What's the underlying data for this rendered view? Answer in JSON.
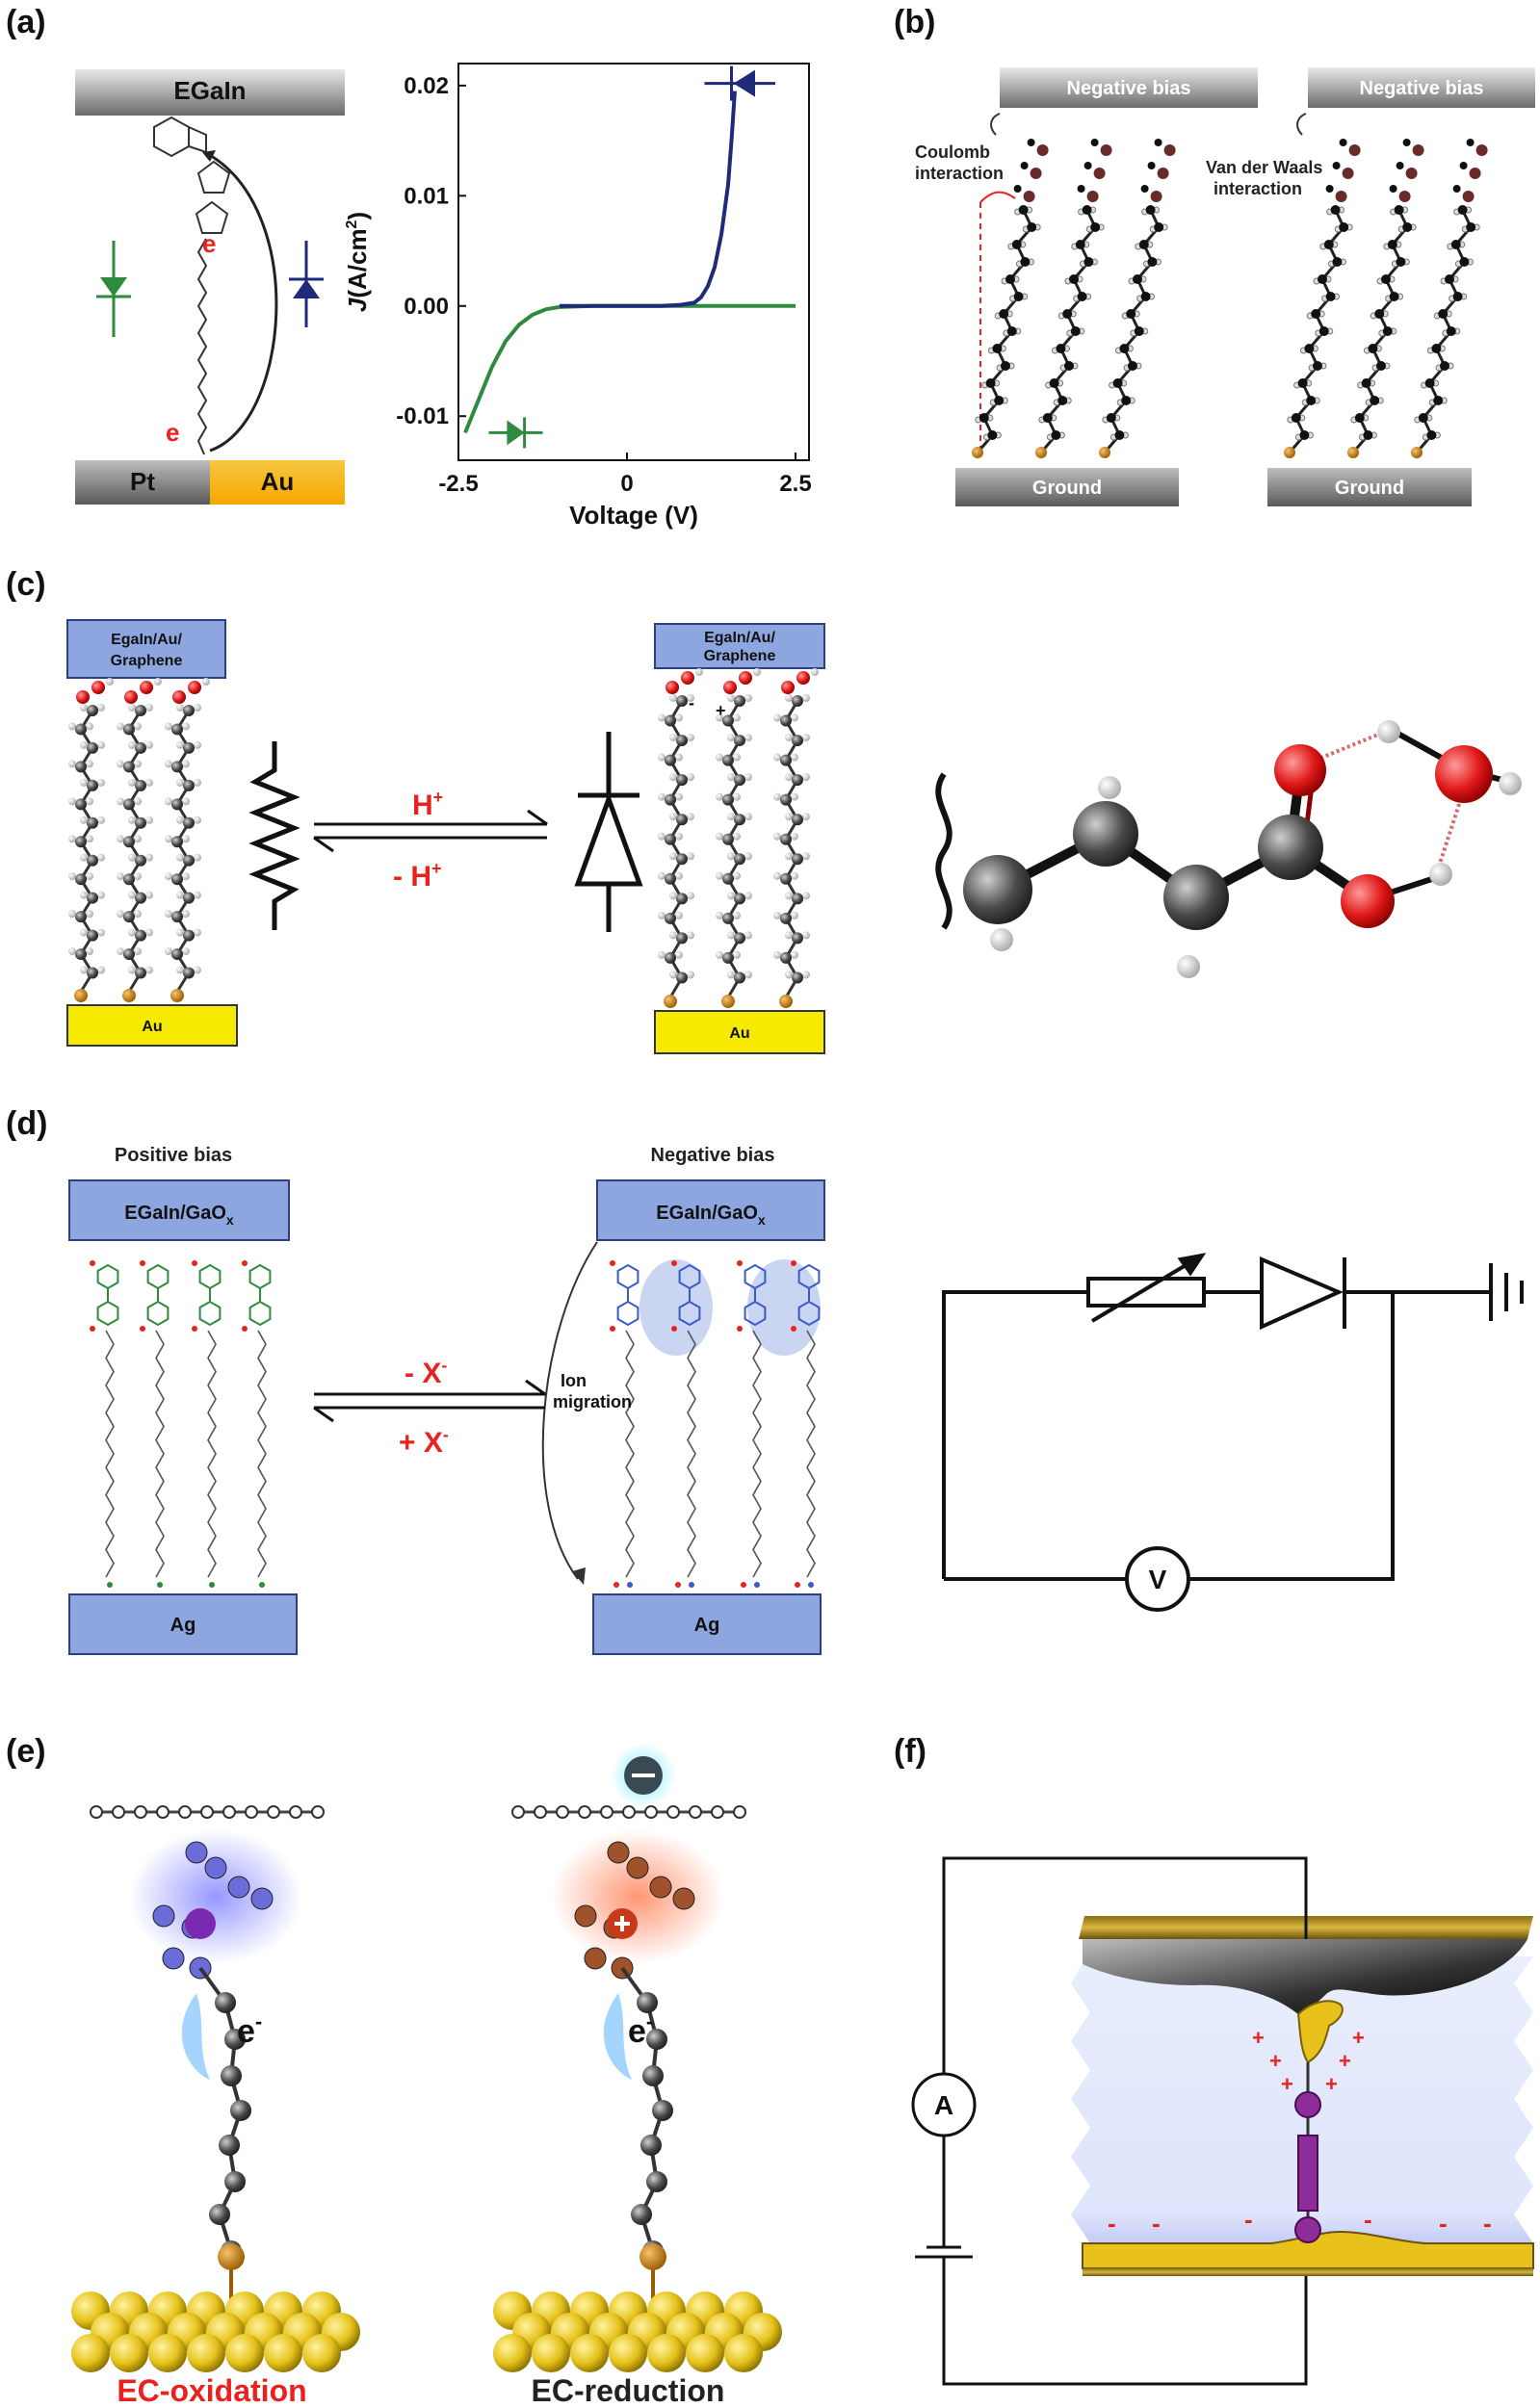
{
  "panels": {
    "a": {
      "label": "(a)",
      "top_electrode": "EGaIn",
      "bottom_left": "Pt",
      "bottom_right": "Au",
      "electron": "e",
      "chart_data": {
        "type": "line",
        "xlabel": "Voltage (V)",
        "ylabel_main": "J",
        "ylabel_unit": "(A/cm",
        "ylabel_sup": "2",
        "ylabel_close": ")",
        "xlim": [
          -2.5,
          2.7
        ],
        "ylim": [
          -0.014,
          0.022
        ],
        "x_ticks": [
          -2.5,
          0,
          2.5
        ],
        "x_tick_labels": [
          "-2.5",
          "0",
          "2.5"
        ],
        "y_ticks": [
          -0.01,
          0.0,
          0.01,
          0.02
        ],
        "y_tick_labels": [
          "-0.01",
          "0.00",
          "0.01",
          "0.02"
        ],
        "series": [
          {
            "color": "#2e8b3d",
            "x": [
              -2.4,
              -2.2,
              -2.0,
              -1.8,
              -1.6,
              -1.4,
              -1.2,
              -1.0,
              -0.5,
              0,
              0.5,
              1.0,
              1.5,
              2.0,
              2.5
            ],
            "y": [
              -0.0115,
              -0.0085,
              -0.0055,
              -0.0032,
              -0.0017,
              -0.0008,
              -0.0003,
              -0.0001,
              0,
              0,
              0,
              0,
              0,
              0,
              0
            ]
          },
          {
            "color": "#1f2a7a",
            "x": [
              -1.0,
              -0.5,
              0,
              0.5,
              0.8,
              1.0,
              1.1,
              1.2,
              1.3,
              1.4,
              1.5,
              1.55,
              1.6
            ],
            "y": [
              0,
              0,
              0,
              0,
              0.0001,
              0.0003,
              0.0008,
              0.0018,
              0.0035,
              0.0065,
              0.011,
              0.015,
              0.0195
            ]
          }
        ]
      }
    },
    "b": {
      "label": "(b)",
      "top_left": "Negative bias",
      "top_right": "Negative bias",
      "bottom_left": "Ground",
      "bottom_right": "Ground",
      "note_left_1": "Coulomb",
      "note_left_2": "interaction",
      "note_right_1": "Van der Waals",
      "note_right_2": "interaction"
    },
    "c": {
      "label": "(c)",
      "top_left_1": "EgaIn/Au/",
      "top_left_2": "Graphene",
      "top_right_1": "EgaIn/Au/",
      "top_right_2": "Graphene",
      "bottom_left": "Au",
      "bottom_right": "Au",
      "forward": "H",
      "forward_sup": "+",
      "reverse": "- H",
      "reverse_sup": "+",
      "minus_sign": "-",
      "plus_sign": "+"
    },
    "d": {
      "label": "(d)",
      "title_left": "Positive bias",
      "title_right": "Negative bias",
      "top_left": "EGaIn/GaO",
      "top_left_sub": "x",
      "top_right": "EGaIn/GaO",
      "top_right_sub": "x",
      "bottom_left": "Ag",
      "bottom_right": "Ag",
      "forward": "- X",
      "forward_sup": "-",
      "reverse": "+ X",
      "reverse_sup": "-",
      "migration_1": "Ion",
      "migration_2": "migration",
      "voltmeter": "V"
    },
    "e": {
      "label": "(e)",
      "caption_left": "EC-oxidation",
      "caption_right": "EC-reduction",
      "electron": "e",
      "electron_sup": "-",
      "color_oxidation": "#e8231f",
      "color_reduction": "#222222"
    },
    "f": {
      "label": "(f)",
      "ammeter": "A",
      "plus_sign": "+",
      "minus_sign": "-"
    }
  },
  "colors": {
    "green": "#2e8b3d",
    "navy": "#1f2a7a",
    "electrode_blue": "#8da6e0",
    "gold": "#f2d000",
    "red": "#e8231f"
  }
}
